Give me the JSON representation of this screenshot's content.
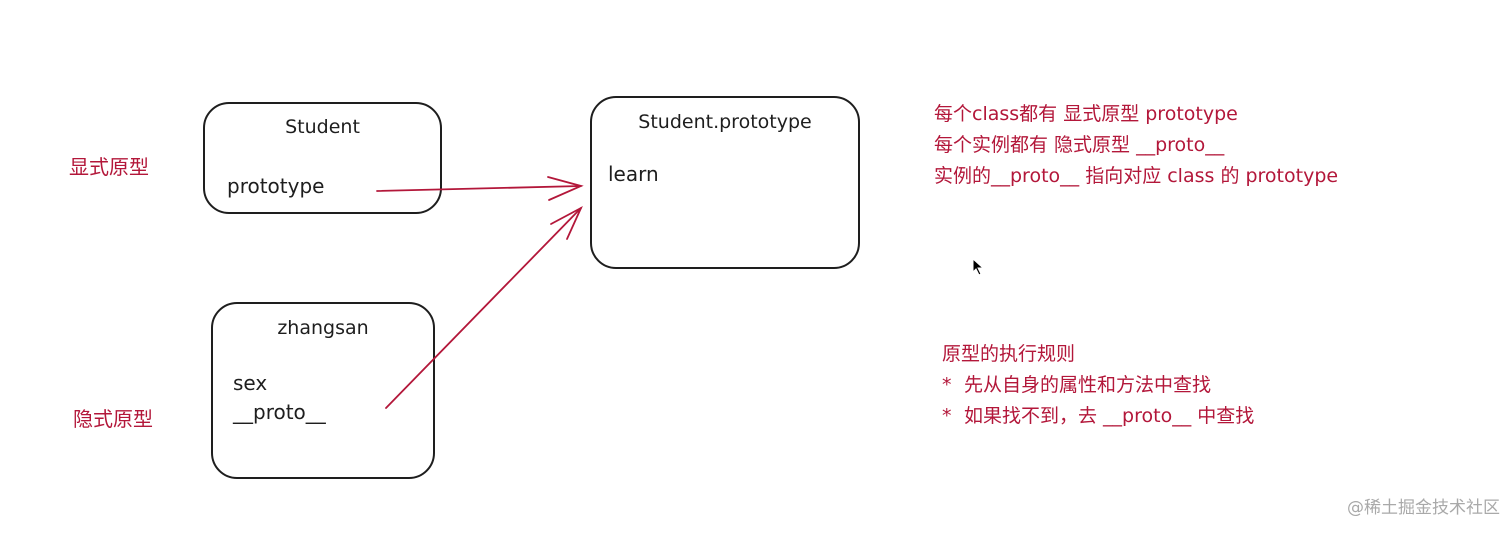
{
  "side_labels": {
    "explicit": "显式原型",
    "implicit": "隐式原型"
  },
  "boxes": {
    "student": {
      "title": "Student",
      "fields": [
        "prototype"
      ]
    },
    "zhangsan": {
      "title": "zhangsan",
      "fields": [
        "sex",
        "__proto__"
      ]
    },
    "student_prototype": {
      "title": "Student.prototype",
      "fields": [
        "learn"
      ]
    }
  },
  "arrows": [
    {
      "from": "Student.prototype field",
      "to": "Student.prototype box",
      "color": "#b3173a"
    },
    {
      "from": "zhangsan.__proto__ field",
      "to": "Student.prototype box",
      "color": "#b3173a"
    }
  ],
  "notes_top": [
    "每个class都有  显式原型  prototype",
    "每个实例都有  隐式原型  __proto__",
    "实例的__proto__  指向对应  class  的  prototype"
  ],
  "notes_rules": {
    "title": "原型的执行规则",
    "bullets": [
      "先从自身的属性和方法中查找",
      "如果找不到，去  __proto__  中查找"
    ],
    "bullet_glyph": "*"
  },
  "watermark": "@稀土掘金技术社区",
  "colors": {
    "accent_red": "#b3173a",
    "stroke": "#1e1e1e",
    "watermark": "#a9a9a9",
    "background": "#ffffff"
  }
}
